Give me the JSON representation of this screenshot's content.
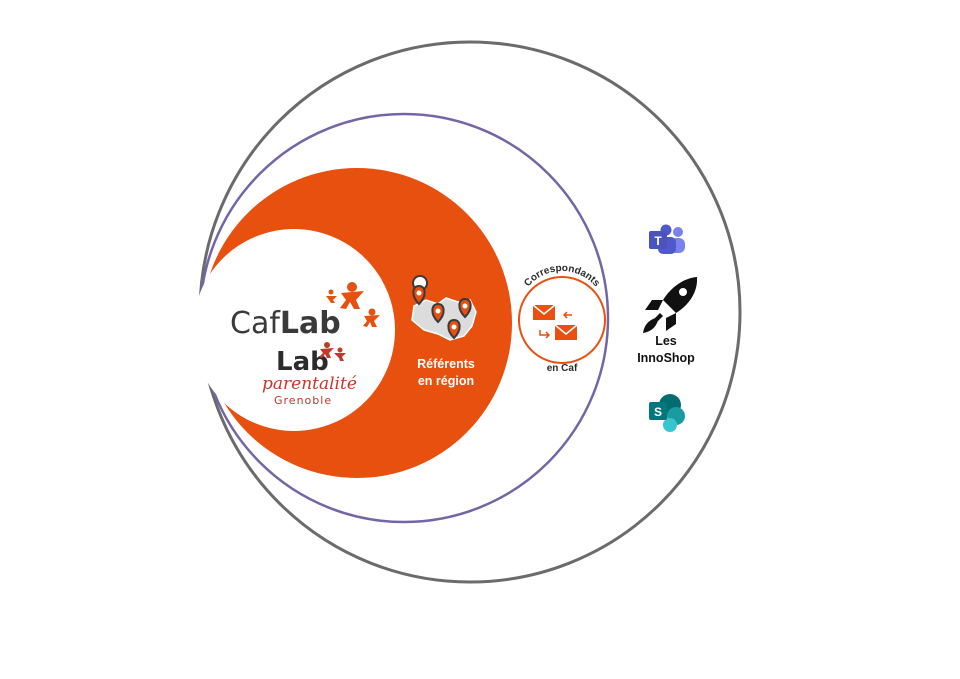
{
  "caflab": {
    "prefix": "Caf",
    "suffix": "Lab"
  },
  "lab_parentalite": {
    "lab": "Lab",
    "parentalite": "parentalité",
    "city": "Grenoble"
  },
  "referents": {
    "line1": "Référents",
    "line2": "en région"
  },
  "correspondants": {
    "top": "Correspondants",
    "bottom": "en Caf"
  },
  "innoshop": {
    "line1": "Les",
    "line2": "InnoShop"
  },
  "icons": {
    "teams": "microsoft-teams-icon",
    "rocket": "rocket-icon",
    "sharepoint": "sharepoint-icon",
    "map": "map-pins-icon",
    "mail": "mail-exchange-icon",
    "figures": "people-figures-icon"
  },
  "colors": {
    "orange": "#e8500f",
    "purple": "#7466a6",
    "gray": "#6b6b6b",
    "dark_text": "#3a3a3a",
    "parentalite": "#c0392b",
    "teams_purple": "#5059c9",
    "sharepoint_teal": "#038387"
  }
}
